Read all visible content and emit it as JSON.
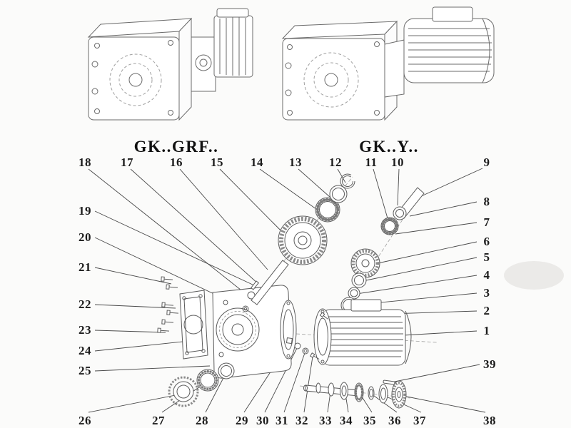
{
  "titles": {
    "left": "GK..GRF..",
    "right": "GK..Y.."
  },
  "callouts": {
    "top": [
      "18",
      "17",
      "16",
      "15",
      "14",
      "13",
      "12",
      "11",
      "10",
      "9"
    ],
    "left": [
      "19",
      "20",
      "21",
      "22",
      "23",
      "24",
      "25"
    ],
    "right": [
      "8",
      "7",
      "6",
      "5",
      "4",
      "3",
      "2",
      "1",
      "39"
    ],
    "bottom": [
      "26",
      "27",
      "28",
      "29",
      "30",
      "31",
      "32",
      "33",
      "34",
      "35",
      "36",
      "37",
      "38"
    ]
  },
  "colors": {
    "line": "#5b5b5b",
    "leader": "#4a4a4a",
    "text": "#1c1c1c",
    "background": "#fbfbfa"
  }
}
